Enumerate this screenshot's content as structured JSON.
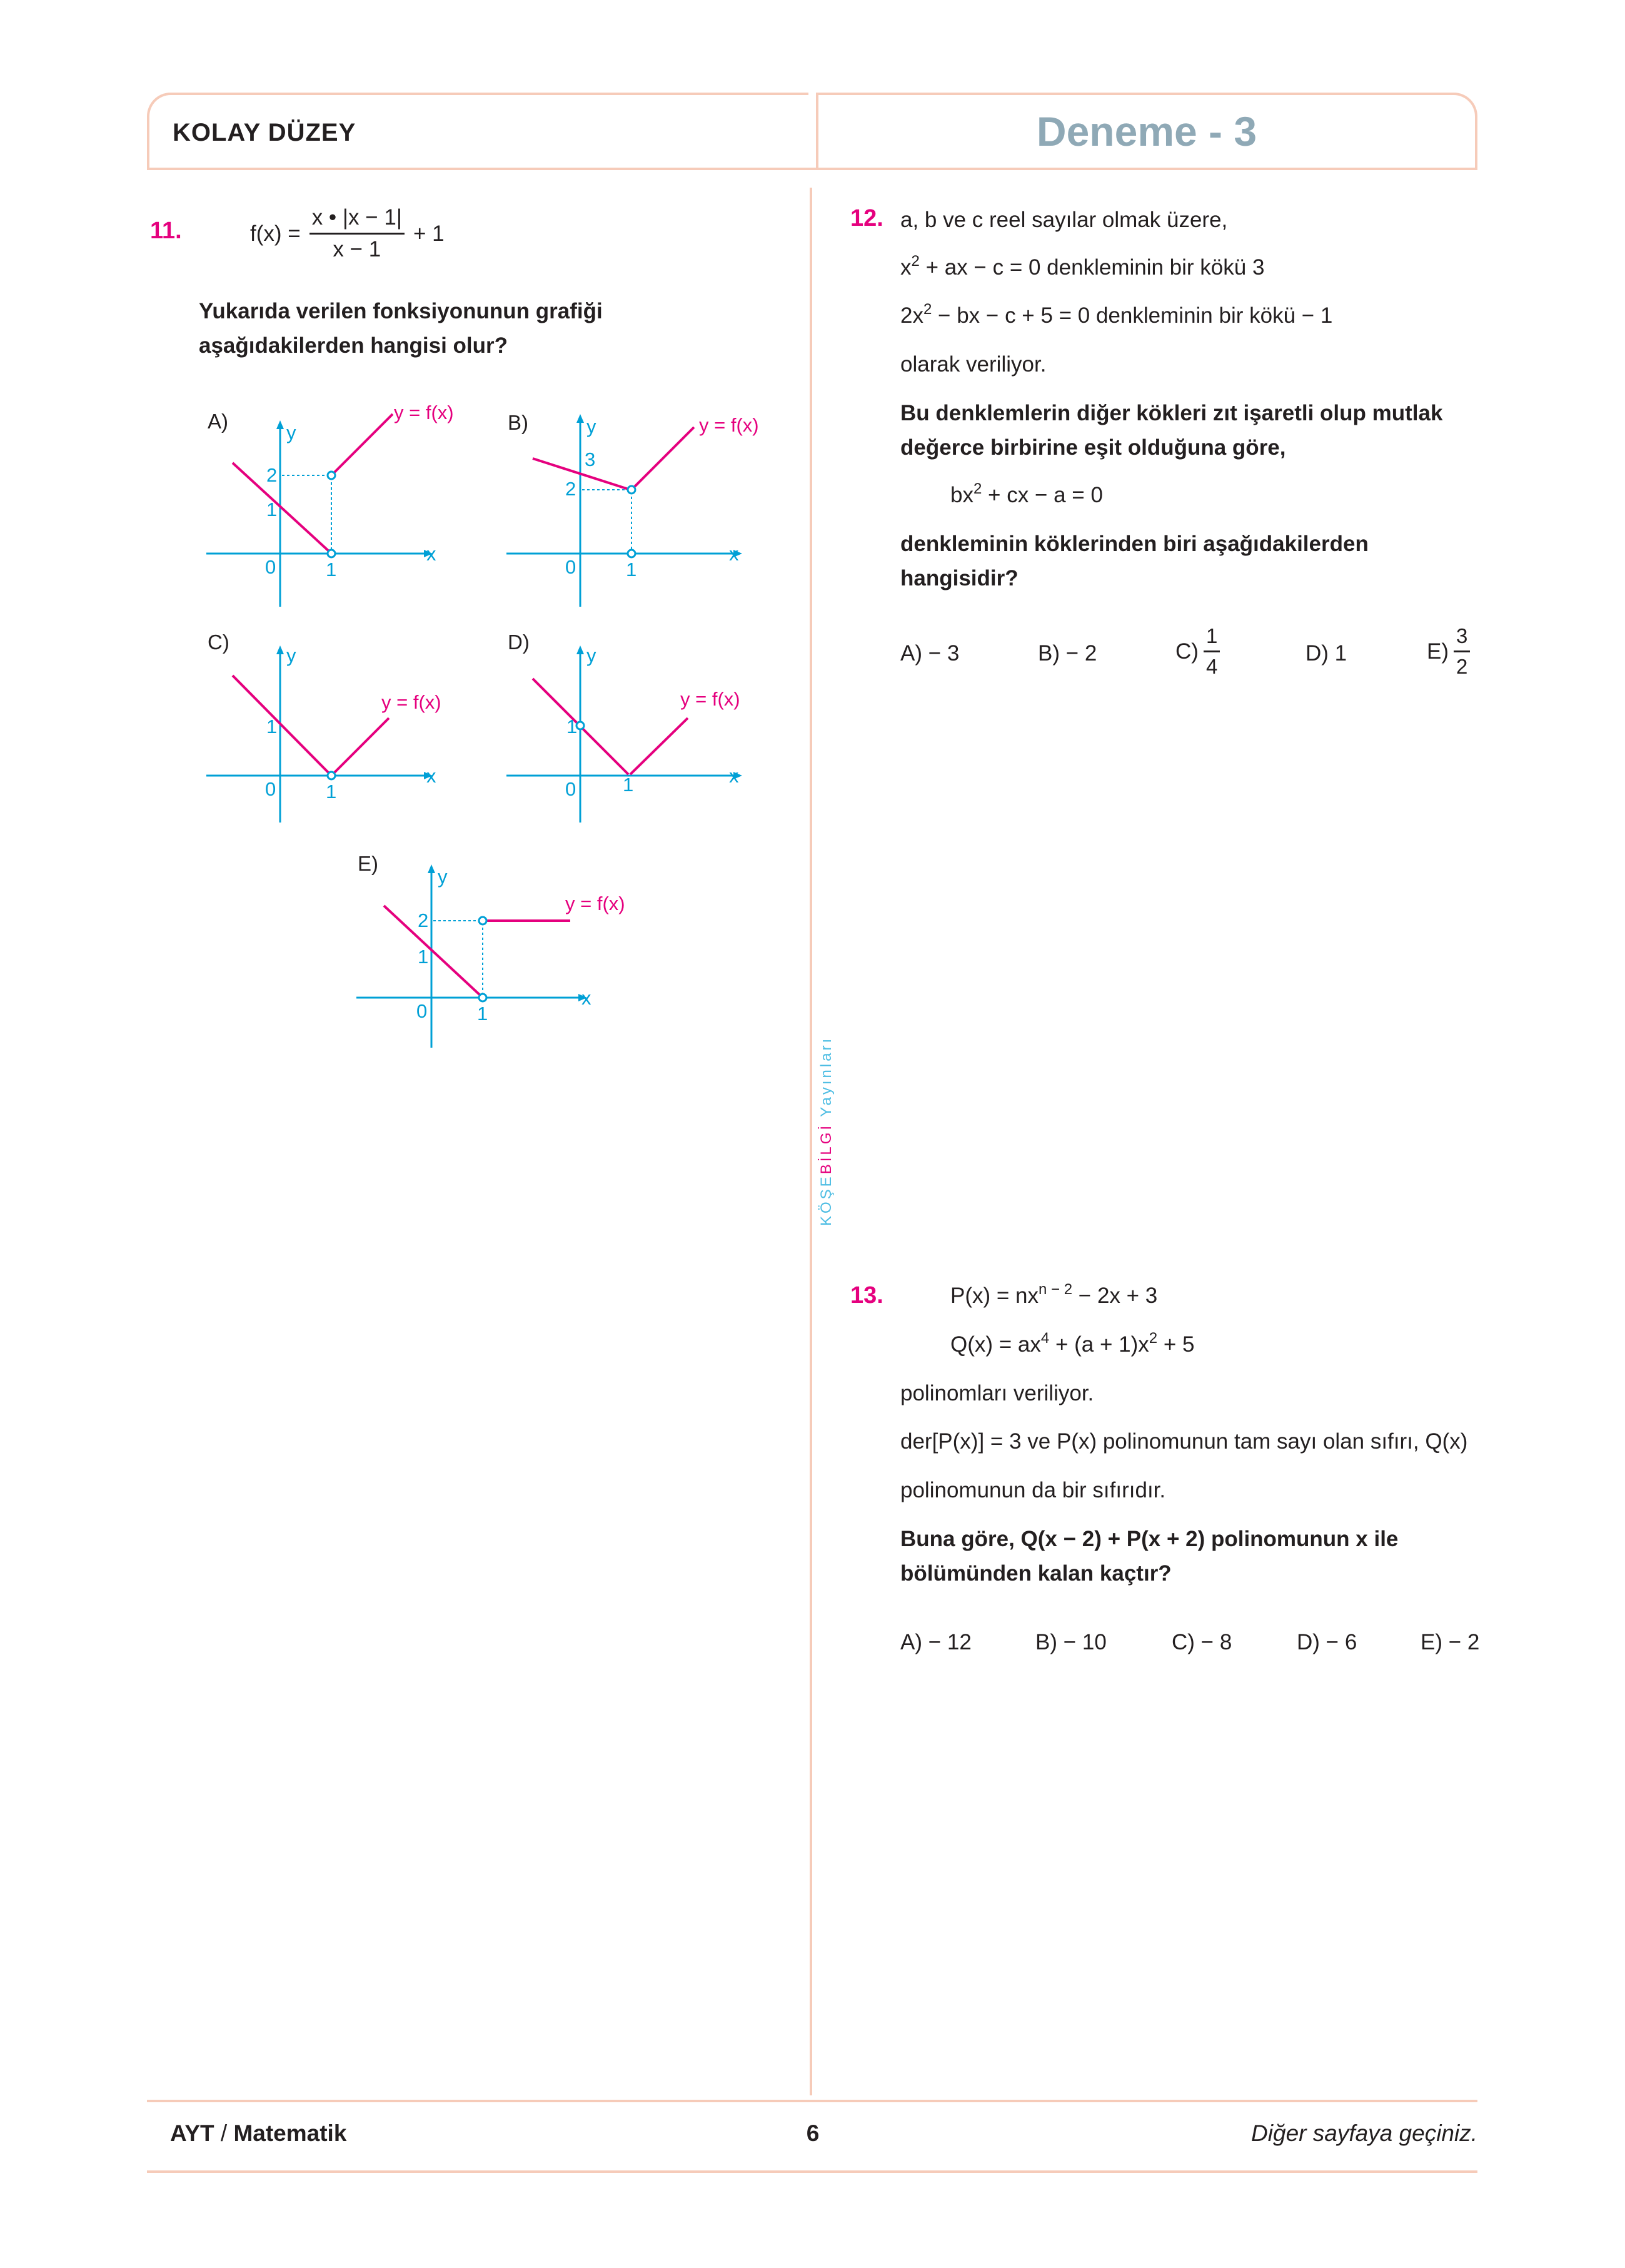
{
  "header": {
    "level": "KOLAY DÜZEY",
    "test_title": "Deneme - 3"
  },
  "q11": {
    "number": "11.",
    "lhs": "f(x) =",
    "numerator": "x • |x − 1|",
    "denominator": "x − 1",
    "rhs": "+ 1",
    "prompt_line1": "Yukarıda verilen fonksiyonunun grafiği",
    "prompt_line2": "aşağıdakilerden hangisi olur?",
    "options": [
      {
        "label": "A)",
        "func": "y = f(x)",
        "ticks": [
          "2",
          "1",
          "0",
          "1"
        ]
      },
      {
        "label": "B)",
        "func": "y = f(x)",
        "ticks": [
          "3",
          "2",
          "0",
          "1"
        ]
      },
      {
        "label": "C)",
        "func": "y = f(x)",
        "ticks": [
          "1",
          "0",
          "1"
        ]
      },
      {
        "label": "D)",
        "func": "y = f(x)",
        "ticks": [
          "1",
          "0",
          "1"
        ]
      },
      {
        "label": "E)",
        "func": "y = f(x)",
        "ticks": [
          "2",
          "1",
          "0",
          "1"
        ]
      }
    ],
    "axis_x": "x",
    "axis_y": "y"
  },
  "q12": {
    "number": "12.",
    "line1": "a, b ve c reel sayılar olmak üzere,",
    "eq1_a": "x",
    "eq1_exp": "2",
    "eq1_b": " + ax − c = 0 denkleminin bir kökü 3",
    "eq2_a": "2x",
    "eq2_exp": "2",
    "eq2_b": " − bx − c + 5 = 0 denkleminin bir kökü − 1",
    "line4": "olarak veriliyor.",
    "bold1": "Bu denklemlerin diğer kökleri zıt işaretli olup mutlak",
    "bold2": "değerce birbirine eşit olduğuna göre,",
    "eq3_a": "bx",
    "eq3_exp": "2",
    "eq3_b": " + cx − a = 0",
    "bold3": "denkleminin köklerinden biri aşağıdakilerden",
    "bold4": "hangisidir?",
    "answers": {
      "A": "A) − 3",
      "B": "B) − 2",
      "C": "C)",
      "C_num": "1",
      "C_den": "4",
      "D": "D) 1",
      "E": "E)",
      "E_num": "3",
      "E_den": "2"
    }
  },
  "q13": {
    "number": "13.",
    "p_a": "P(x) = nx",
    "p_exp": "n − 2",
    "p_b": " − 2x + 3",
    "q_a": "Q(x) = ax",
    "q_exp1": "4",
    "q_b": " + (a + 1)x",
    "q_exp2": "2",
    "q_c": " + 5",
    "line3": "polinomları veriliyor.",
    "line4": "der[P(x)] = 3 ve P(x) polinomunun tam sayı olan sıfırı, Q(x)",
    "line5": "polinomunun da bir sıfırıdır.",
    "bold1": "Buna göre, Q(x − 2) + P(x + 2) polinomunun x ile",
    "bold2": "bölümünden kalan kaçtır?",
    "answers": [
      "A) − 12",
      "B) − 10",
      "C) − 8",
      "D) − 6",
      "E) − 2"
    ]
  },
  "sidebar": {
    "brand_a": "KÖŞE",
    "brand_b": "BİLGİ",
    "brand_c": " Yayınları"
  },
  "footer": {
    "left_a": "AYT",
    "left_sep": " / ",
    "left_b": "Matematik",
    "page": "6",
    "right": "Diğer sayfaya geçiniz."
  },
  "colors": {
    "accent": "#e5007e",
    "axis": "#00a0d6",
    "border": "#f6cbb9",
    "title": "#8fa9b6"
  }
}
